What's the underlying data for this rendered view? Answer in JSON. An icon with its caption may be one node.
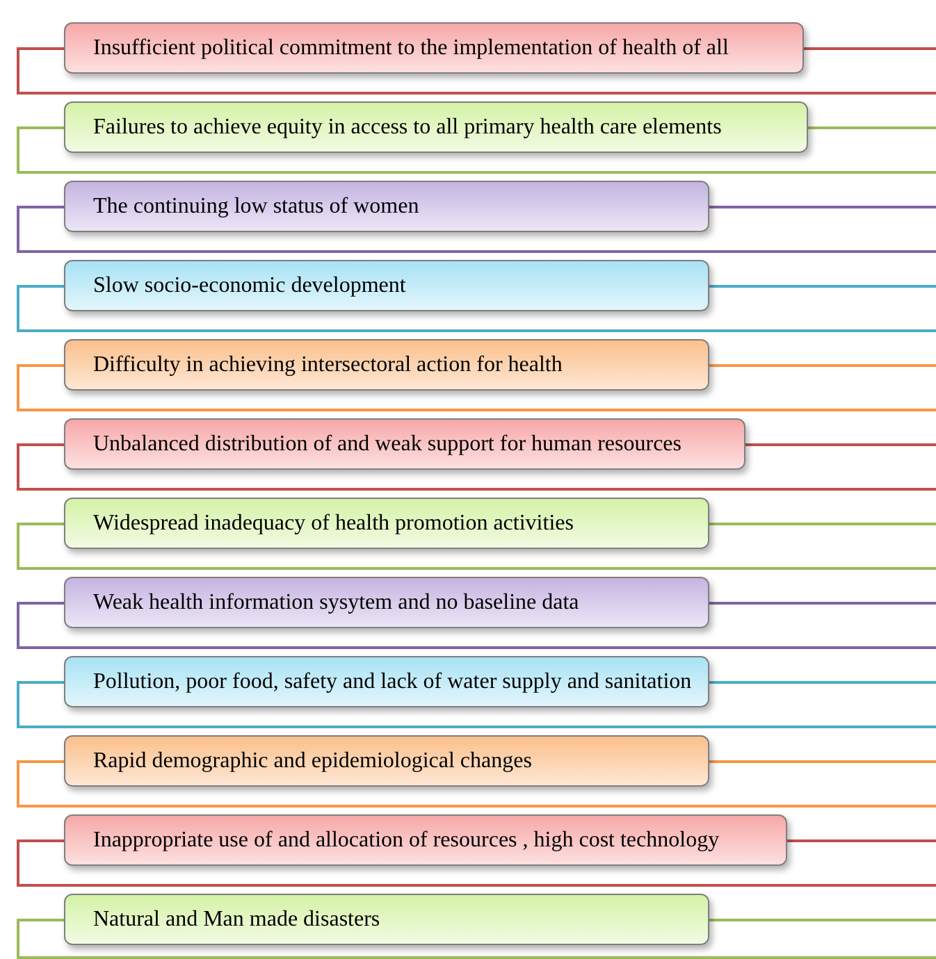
{
  "diagram": {
    "nodes": [
      {
        "text": [
          "Insufficient political commitment to the implementation of health of all"
        ]
      },
      {
        "text": [
          "Failures to achieve equity in access to all primary health care elements"
        ]
      },
      {
        "text": [
          "The continuing low status of women"
        ]
      },
      {
        "text": [
          "Slow socio-economic development"
        ]
      },
      {
        "text": [
          "Difficulty in achieving intersectoral action for health"
        ]
      },
      {
        "text": [
          "Unbalanced distribution of and weak support for human resources"
        ]
      },
      {
        "text": [
          "Widespread inadequacy of health promotion activities"
        ]
      },
      {
        "text": [
          "Weak health information sysytem and no baseline data"
        ]
      },
      {
        "text": [
          "Pollution, poor food, safety and lack of water supply and sanitation"
        ]
      },
      {
        "text": [
          "Rapid demographic and epidemiological changes"
        ]
      },
      {
        "text": [
          "Inappropriate use of and allocation of resources , high cost technology"
        ]
      },
      {
        "text": [
          "Natural and Man made disasters"
        ]
      }
    ]
  }
}
